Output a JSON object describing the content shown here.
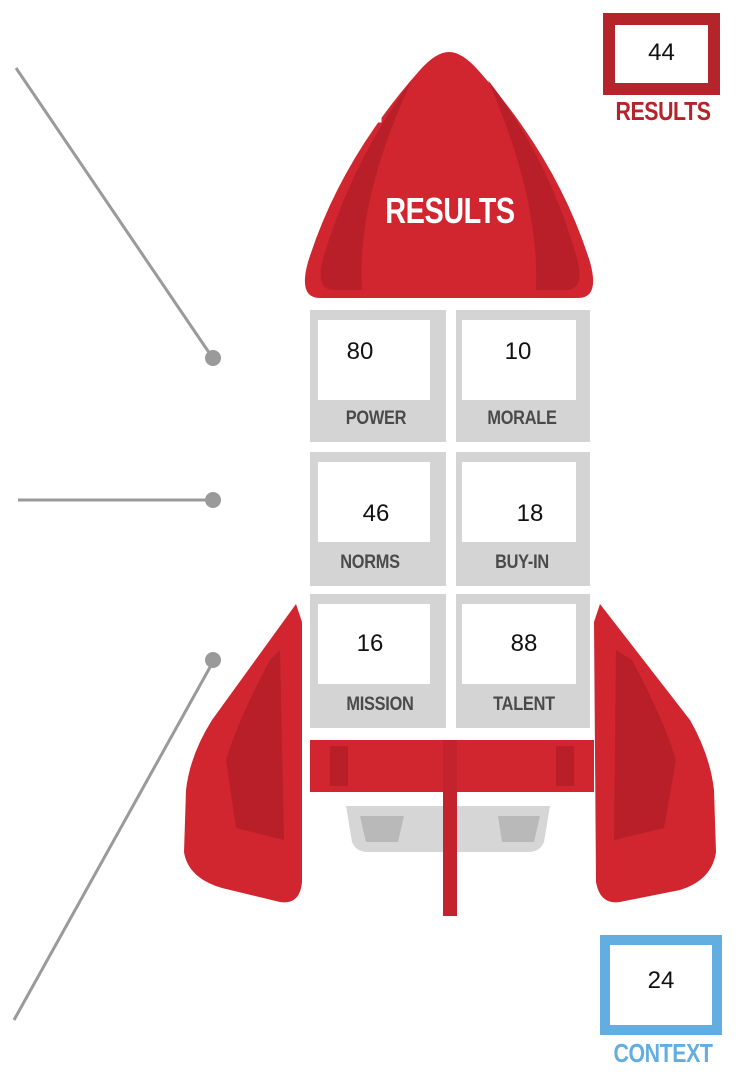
{
  "results_score": {
    "value": "44",
    "label": "RESULTS",
    "color": "#b3252b"
  },
  "context_score": {
    "value": "24",
    "label": "CONTEXT",
    "color": "#63aee0"
  },
  "rocket": {
    "nose_label": "RESULTS",
    "body_color": "#d12630",
    "panel_color": "#d4d4d4",
    "cells": {
      "power": {
        "value": "80",
        "label": "POWER"
      },
      "morale": {
        "value": "10",
        "label": "MORALE"
      },
      "norms": {
        "value": "46",
        "label": "NORMS"
      },
      "buy_in": {
        "value": "18",
        "label": "BUY-IN"
      },
      "mission": {
        "value": "16",
        "label": "MISSION"
      },
      "talent": {
        "value": "88",
        "label": "TALENT"
      }
    }
  }
}
